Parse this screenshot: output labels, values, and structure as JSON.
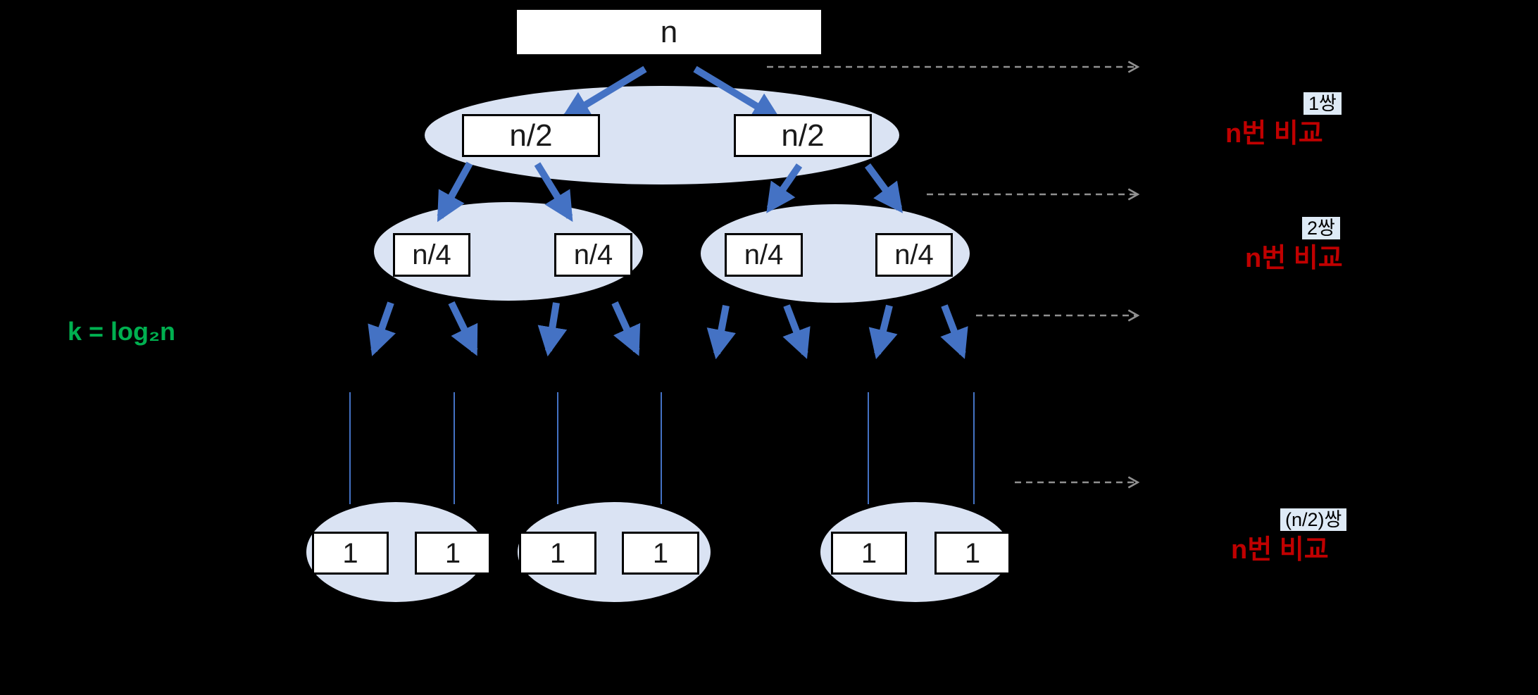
{
  "title": "merge-sort-comparison-tree",
  "colors": {
    "background": "#000000",
    "node_fill": "#FFFFFF",
    "node_border": "#000000",
    "group_ellipse_fill": "#DAE3F3",
    "arrow_blue": "#4472C4",
    "dashed_arrow_gray": "#909090",
    "comparison_text_red": "#C00000",
    "formula_green": "#00B050",
    "pair_highlight": "#DEEAF6"
  },
  "formula": {
    "text": "k = log₂n"
  },
  "tree": {
    "root": {
      "label": "n"
    },
    "level1": {
      "boxes": [
        "n/2",
        "n/2"
      ]
    },
    "level2": {
      "boxes": [
        "n/4",
        "n/4",
        "n/4",
        "n/4"
      ]
    },
    "leaves": {
      "boxes": [
        "1",
        "1",
        "1",
        "1",
        "1",
        "1"
      ]
    }
  },
  "annotations": [
    {
      "pair": "1쌍",
      "comparisons": "n번 비교"
    },
    {
      "pair": "2쌍",
      "comparisons": "n번 비교"
    },
    {
      "pair": "(n/2)쌍",
      "comparisons": "n번 비교"
    }
  ]
}
